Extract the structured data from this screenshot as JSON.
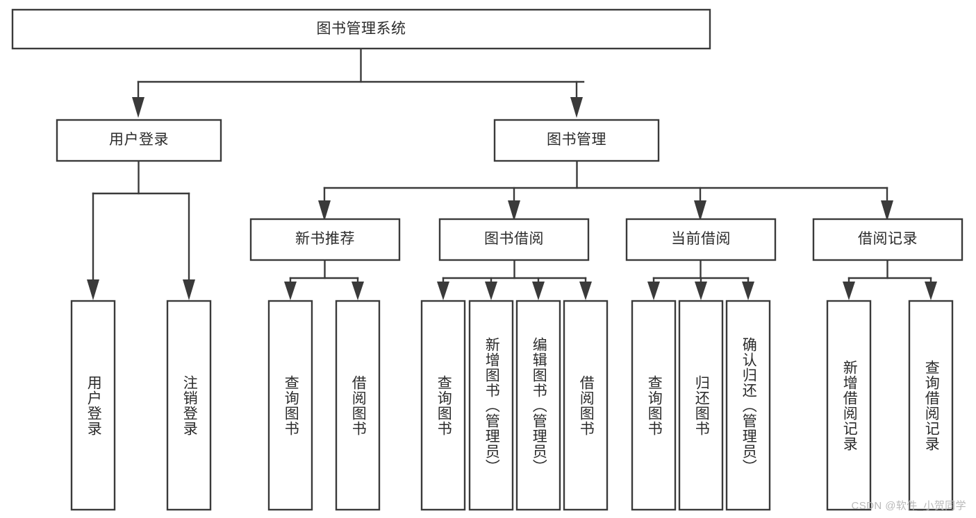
{
  "diagram": {
    "type": "tree-hierarchy-diagram",
    "title": "图书管理系统",
    "background_color": "#ffffff",
    "box_stroke_color": "#3a3a3a",
    "box_fill_color": "#ffffff",
    "text_color": "#2b2b2b",
    "root": {
      "id": "root",
      "label": "图书管理系统",
      "orientation": "horizontal"
    },
    "level2": [
      {
        "id": "user-login",
        "label": "用户登录",
        "orientation": "horizontal"
      },
      {
        "id": "book-manage",
        "label": "图书管理",
        "orientation": "horizontal"
      }
    ],
    "level3": [
      {
        "id": "new-book-recommend",
        "label": "新书推荐",
        "orientation": "horizontal",
        "parent": "book-manage"
      },
      {
        "id": "book-borrow",
        "label": "图书借阅",
        "orientation": "horizontal",
        "parent": "book-manage"
      },
      {
        "id": "current-borrow",
        "label": "当前借阅",
        "orientation": "horizontal",
        "parent": "book-manage"
      },
      {
        "id": "borrow-record",
        "label": "借阅记录",
        "orientation": "horizontal",
        "parent": "book-manage"
      }
    ],
    "leaves": [
      {
        "id": "leaf-user-login",
        "label": "用户登录",
        "orientation": "vertical",
        "parent": "user-login"
      },
      {
        "id": "leaf-user-logout",
        "label": "注销登录",
        "orientation": "vertical",
        "parent": "user-login"
      },
      {
        "id": "leaf-query-book-1",
        "label": "查询图书",
        "orientation": "vertical",
        "parent": "new-book-recommend"
      },
      {
        "id": "leaf-borrow-book-1",
        "label": "借阅图书",
        "orientation": "vertical",
        "parent": "new-book-recommend"
      },
      {
        "id": "leaf-query-book-2",
        "label": "查询图书",
        "orientation": "vertical",
        "parent": "book-borrow"
      },
      {
        "id": "leaf-add-book",
        "label": "新增图书（管理员）",
        "orientation": "vertical",
        "parent": "book-borrow"
      },
      {
        "id": "leaf-edit-book",
        "label": "编辑图书（管理员）",
        "orientation": "vertical",
        "parent": "book-borrow"
      },
      {
        "id": "leaf-borrow-book-2",
        "label": "借阅图书",
        "orientation": "vertical",
        "parent": "book-borrow"
      },
      {
        "id": "leaf-query-book-3",
        "label": "查询图书",
        "orientation": "vertical",
        "parent": "current-borrow"
      },
      {
        "id": "leaf-return-book",
        "label": "归还图书",
        "orientation": "vertical",
        "parent": "current-borrow"
      },
      {
        "id": "leaf-confirm-return",
        "label": "确认归还（管理员）",
        "orientation": "vertical",
        "parent": "current-borrow"
      },
      {
        "id": "leaf-add-record",
        "label": "新增借阅记录",
        "orientation": "vertical",
        "parent": "borrow-record"
      },
      {
        "id": "leaf-query-record",
        "label": "查询借阅记录",
        "orientation": "vertical",
        "parent": "borrow-record"
      }
    ]
  },
  "watermark": {
    "text": "CSDN @软件_小贺同学"
  }
}
